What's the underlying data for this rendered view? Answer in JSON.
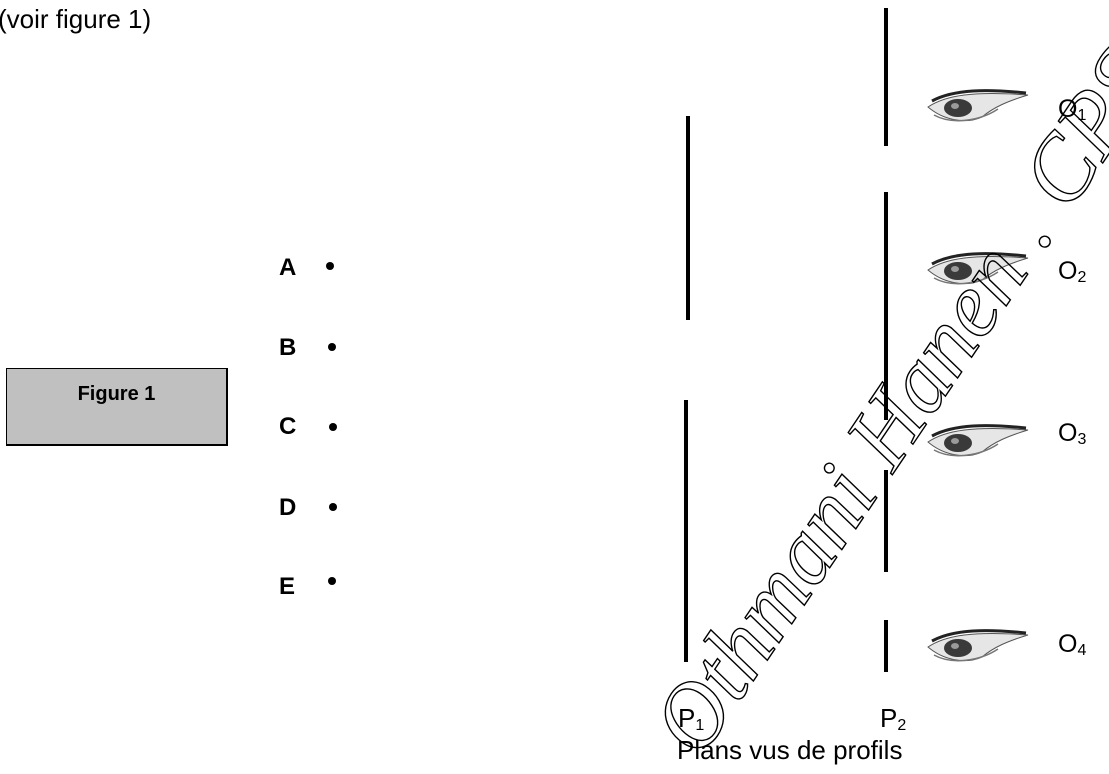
{
  "intro_text": "(voir figure 1)",
  "figure_label": "Figure 1",
  "points": [
    {
      "label": "A"
    },
    {
      "label": "B"
    },
    {
      "label": "C"
    },
    {
      "label": "D"
    },
    {
      "label": "E"
    }
  ],
  "observers": [
    {
      "letter": "O",
      "index": "1"
    },
    {
      "letter": "O",
      "index": "2"
    },
    {
      "letter": "O",
      "index": "3"
    },
    {
      "letter": "O",
      "index": "4"
    }
  ],
  "planes": [
    {
      "letter": "P",
      "index": "1"
    },
    {
      "letter": "P",
      "index": "2"
    }
  ],
  "caption": "Plans vus de profils",
  "watermark": "Othmani Hanen . CPS . Mme Oth",
  "icons": {
    "eye": "eye-icon",
    "point": "point-dot-icon"
  }
}
